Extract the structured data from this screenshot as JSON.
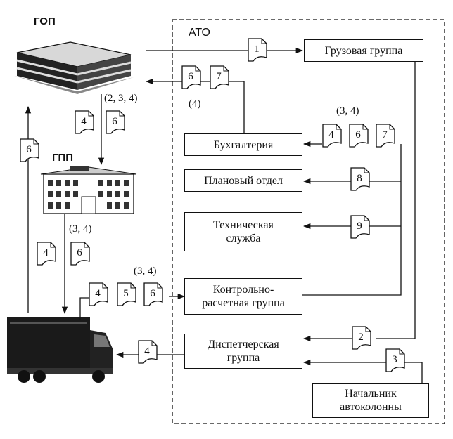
{
  "labels": {
    "gop": "ГОП",
    "gpp": "ГПП",
    "ato": "АТО",
    "docs_2_3_4": "(2, 3, 4)",
    "docs_4": "(4)",
    "docs_3_4_top": "(3, 4)",
    "docs_3_4_left": "(3, 4)",
    "docs_3_4_bottom": "(3, 4)"
  },
  "departments": {
    "cargo": "Грузовая группа",
    "accounting": "Бухгалтерия",
    "planning": "Плановый отдел",
    "technical": [
      "Техническая",
      "служба"
    ],
    "control": [
      "Контрольно-",
      "расчетная группа"
    ],
    "dispatch": [
      "Диспетчерская",
      "группа"
    ],
    "chief": [
      "Начальник",
      "автоколонны"
    ]
  },
  "documents": {
    "d_gop_to_cargo": "1",
    "d_acc_to_gop_a": "6",
    "d_acc_to_gop_b": "7",
    "d_left_gop_in": "6",
    "d_gop_out_a": "4",
    "d_gop_out_b": "6",
    "d_to_acc_a": "4",
    "d_to_acc_b": "6",
    "d_to_acc_c": "7",
    "d_to_plan": "8",
    "d_to_tech": "9",
    "d_gpp_out_a": "4",
    "d_gpp_out_b": "6",
    "d_to_control_a": "4",
    "d_to_control_b": "5",
    "d_to_control_c": "6",
    "d_to_truck": "4",
    "d_to_dispatch_a": "2",
    "d_to_dispatch_b": "3"
  },
  "icons": [
    "gop-building-icon",
    "gpp-building-icon",
    "truck-icon",
    "document-icon"
  ]
}
